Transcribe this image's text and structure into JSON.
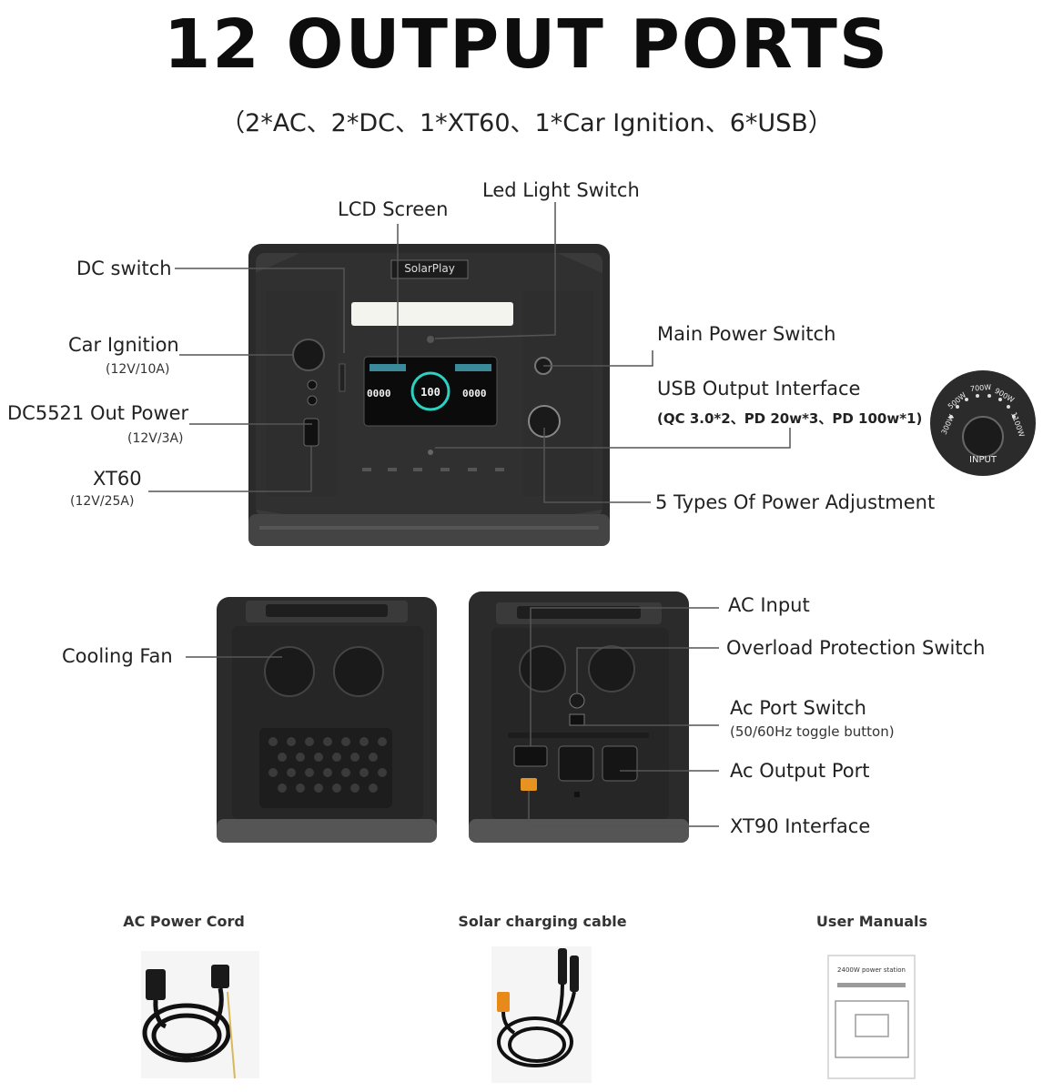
{
  "header": {
    "title": "12 OUTPUT PORTS",
    "subtitle": "（2*AC、2*DC、1*XT60、1*Car Ignition、6*USB）"
  },
  "front": {
    "brand": "SolarPlay",
    "labels": {
      "led_light_switch": "Led Light Switch",
      "lcd_screen": "LCD Screen",
      "dc_switch": "DC switch",
      "car_ignition": "Car Ignition",
      "car_ignition_spec": "(12V/10A)",
      "dc5521": "DC5521 Out Power",
      "dc5521_spec": "(12V/3A)",
      "xt60": "XT60",
      "xt60_spec": "(12V/25A)",
      "main_power_switch": "Main Power Switch",
      "usb_output": "USB Output Interface",
      "usb_output_spec": "(QC 3.0*2、PD 20w*3、PD 100w*1)",
      "power_adjustment": "5 Types Of Power Adjustment"
    },
    "lcd": {
      "left": "0000",
      "center": "100",
      "right": "0000"
    },
    "knob": {
      "center": "INPUT",
      "marks": [
        "300W",
        "500W",
        "700W",
        "900W",
        "1100W"
      ]
    }
  },
  "side": {
    "labels": {
      "cooling_fan": "Cooling Fan"
    }
  },
  "back": {
    "labels": {
      "ac_input": "AC Input",
      "overload": "Overload Protection Switch",
      "ac_port_switch": "Ac Port Switch",
      "ac_port_switch_spec": "(50/60Hz toggle button)",
      "ac_output": "Ac Output Port",
      "xt90": "XT90 Interface"
    }
  },
  "accessories": [
    {
      "label": "AC Power Cord"
    },
    {
      "label": "Solar charging cable"
    },
    {
      "label": "User Manuals",
      "manual_title": "2400W power station"
    }
  ]
}
